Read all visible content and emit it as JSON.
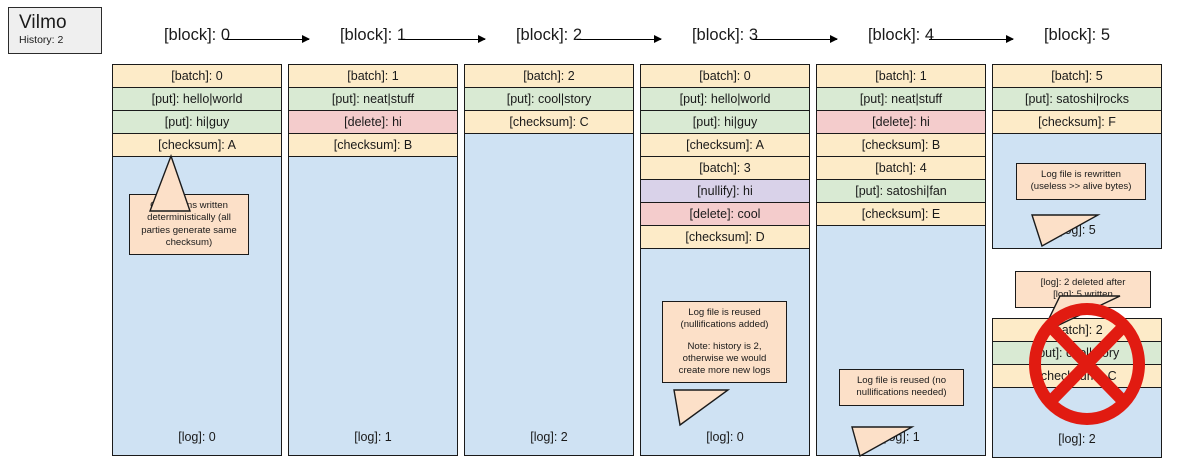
{
  "app": {
    "name": "Vilmo",
    "history_label": "History: 2"
  },
  "colors": {
    "batch": "#fdebc8",
    "checksum": "#fdebc8",
    "put": "#d9ead3",
    "delete": "#f4cccc",
    "nullify": "#d9d2e9",
    "log": "#cfe2f3",
    "callout": "#fce0c8",
    "stroke": "#1a1a1a",
    "deleted_stamp": "#e11b11"
  },
  "blocks": [
    {
      "label": "[block]: 0"
    },
    {
      "label": "[block]: 1"
    },
    {
      "label": "[block]: 2"
    },
    {
      "label": "[block]: 3"
    },
    {
      "label": "[block]: 4"
    },
    {
      "label": "[block]: 5"
    }
  ],
  "columns": [
    {
      "name": "column-0",
      "groups": [
        {
          "rows": [
            {
              "kind": "batch",
              "text": "[batch]: 0"
            },
            {
              "kind": "put",
              "text": "[put]: hello|world"
            },
            {
              "kind": "put",
              "text": "[put]: hi|guy"
            },
            {
              "kind": "checksum",
              "text": "[checksum]: A"
            }
          ],
          "log": "[log]: 0",
          "deleted": false
        }
      ],
      "callouts": [
        {
          "name": "callout-deterministic",
          "lines": [
            "Operations written",
            "deterministically (all",
            "parties generate same",
            "checksum)"
          ]
        }
      ]
    },
    {
      "name": "column-1",
      "groups": [
        {
          "rows": [
            {
              "kind": "batch",
              "text": "[batch]: 1"
            },
            {
              "kind": "put",
              "text": "[put]: neat|stuff"
            },
            {
              "kind": "delete",
              "text": "[delete]: hi"
            },
            {
              "kind": "checksum",
              "text": "[checksum]: B"
            }
          ],
          "log": "[log]: 1",
          "deleted": false
        }
      ],
      "callouts": []
    },
    {
      "name": "column-2",
      "groups": [
        {
          "rows": [
            {
              "kind": "batch",
              "text": "[batch]: 2"
            },
            {
              "kind": "put",
              "text": "[put]: cool|story"
            },
            {
              "kind": "checksum",
              "text": "[checksum]: C"
            }
          ],
          "log": "[log]: 2",
          "deleted": false
        }
      ],
      "callouts": []
    },
    {
      "name": "column-3",
      "groups": [
        {
          "rows": [
            {
              "kind": "batch",
              "text": "[batch]: 0"
            },
            {
              "kind": "put",
              "text": "[put]: hello|world"
            },
            {
              "kind": "put",
              "text": "[put]: hi|guy"
            },
            {
              "kind": "checksum",
              "text": "[checksum]: A"
            },
            {
              "kind": "batch",
              "text": "[batch]: 3"
            },
            {
              "kind": "nullify",
              "text": "[nullify]: hi"
            },
            {
              "kind": "delete",
              "text": "[delete]: cool"
            },
            {
              "kind": "checksum",
              "text": "[checksum]: D"
            }
          ],
          "log": "[log]: 0",
          "deleted": false
        }
      ],
      "callouts": [
        {
          "name": "callout-log-reused-nullifications",
          "lines": [
            "Log file is reused",
            "(nullifications added)",
            "",
            "Note: history is 2,",
            "otherwise we would",
            "create more new logs"
          ]
        }
      ]
    },
    {
      "name": "column-4",
      "groups": [
        {
          "rows": [
            {
              "kind": "batch",
              "text": "[batch]: 1"
            },
            {
              "kind": "put",
              "text": "[put]: neat|stuff"
            },
            {
              "kind": "delete",
              "text": "[delete]: hi"
            },
            {
              "kind": "checksum",
              "text": "[checksum]: B"
            },
            {
              "kind": "batch",
              "text": "[batch]: 4"
            },
            {
              "kind": "put",
              "text": "[put]: satoshi|fan"
            },
            {
              "kind": "checksum",
              "text": "[checksum]: E"
            }
          ],
          "log": "[log]: 1",
          "deleted": false
        }
      ],
      "callouts": [
        {
          "name": "callout-log-reused-no-nullifications",
          "lines": [
            "Log file is reused (no",
            "nullifications needed)"
          ]
        }
      ]
    },
    {
      "name": "column-5",
      "groups": [
        {
          "rows": [
            {
              "kind": "batch",
              "text": "[batch]: 5"
            },
            {
              "kind": "put",
              "text": "[put]: satoshi|rocks"
            },
            {
              "kind": "checksum",
              "text": "[checksum]: F"
            }
          ],
          "log": "[log]: 5",
          "deleted": false
        },
        {
          "rows": [
            {
              "kind": "batch",
              "text": "[batch]: 2"
            },
            {
              "kind": "put",
              "text": "[put]: cool|story"
            },
            {
              "kind": "checksum",
              "text": "[checksum]: C"
            }
          ],
          "log": "[log]: 2",
          "deleted": true
        }
      ],
      "callouts": [
        {
          "name": "callout-log-rewritten",
          "lines": [
            "Log file is rewritten",
            "(useless >> alive bytes)"
          ]
        },
        {
          "name": "callout-log2-deleted",
          "lines": [
            "[log]: 2 deleted after",
            "[log]: 5 written"
          ]
        }
      ]
    }
  ]
}
